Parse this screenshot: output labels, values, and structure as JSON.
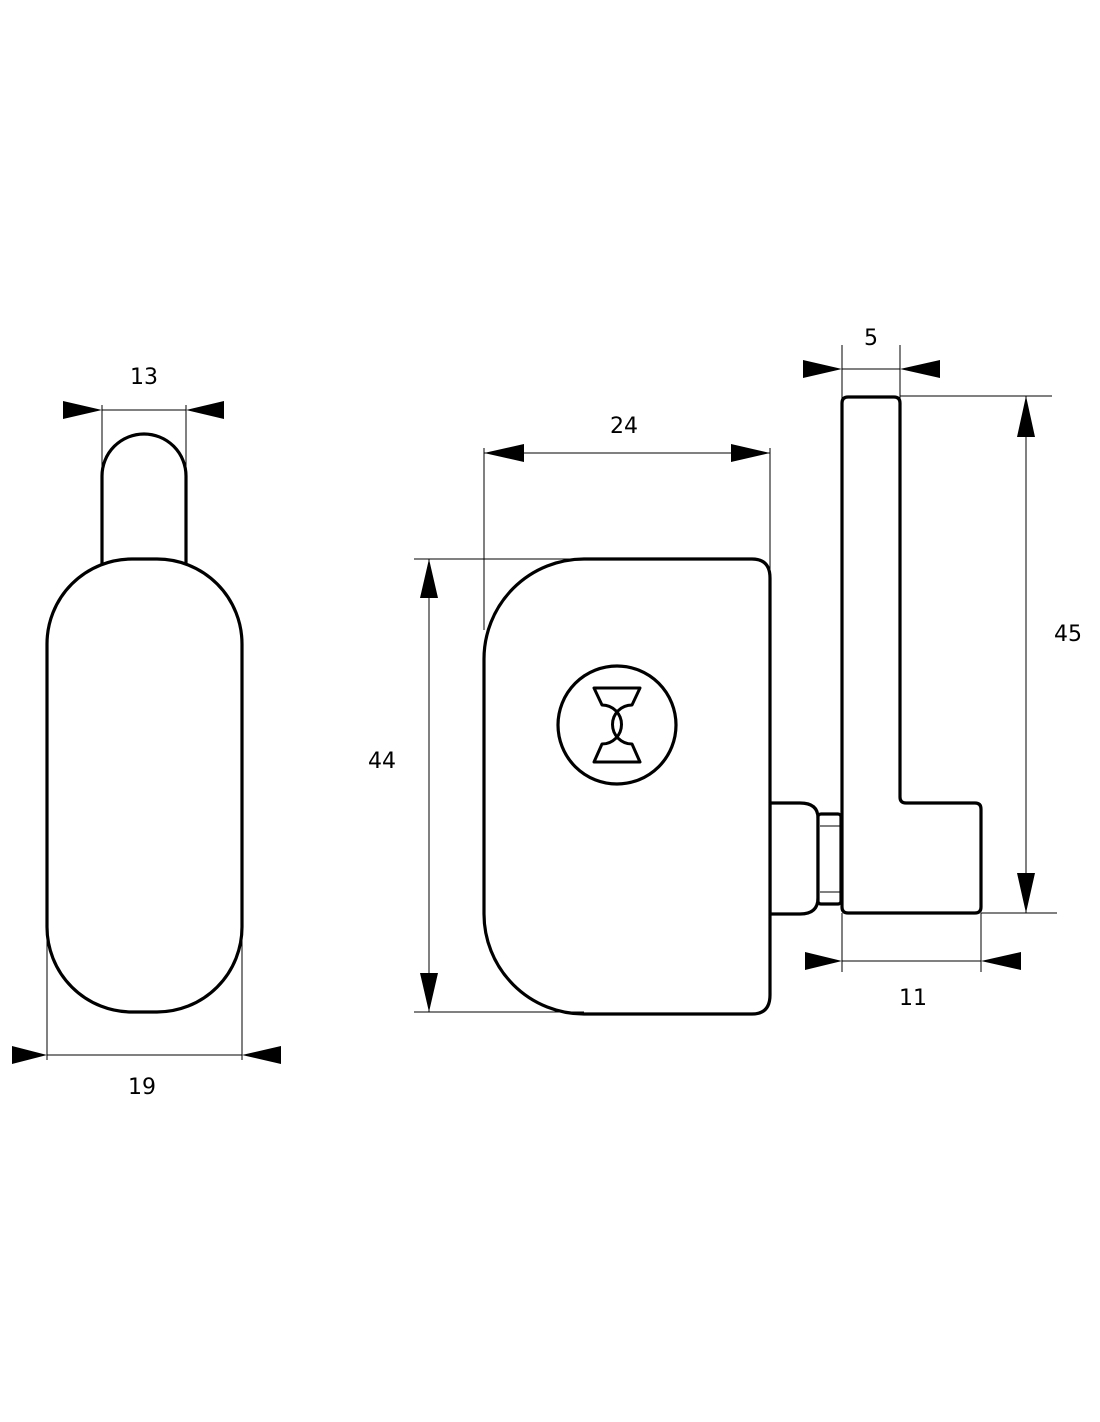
{
  "colors": {
    "line": "#000000",
    "background": "#ffffff"
  },
  "dimensions": {
    "front_stem_width": "13",
    "front_body_width": "19",
    "side_body_width": "24",
    "side_body_height": "44",
    "key_head_width": "5",
    "key_height": "45",
    "key_foot_width": "11"
  }
}
